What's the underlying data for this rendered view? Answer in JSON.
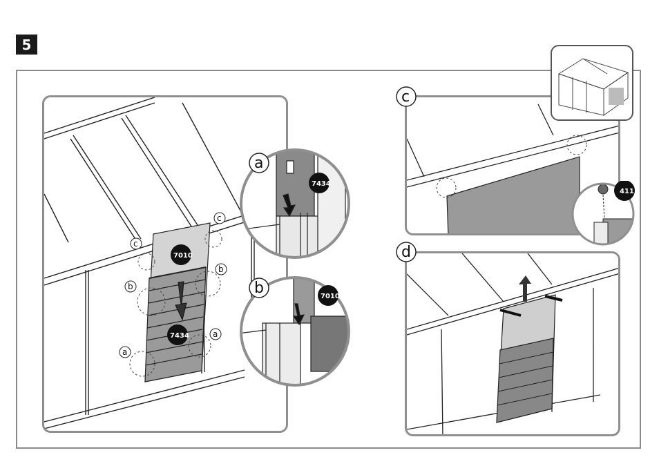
{
  "step": {
    "number": "5"
  },
  "part_numbers": {
    "main_panel_top": "7010",
    "main_panel_bottom": "7434",
    "detail_a": "7434",
    "detail_b": "7010",
    "detail_c_screw": "411"
  },
  "callouts": {
    "a": "a",
    "b": "b",
    "c": "c",
    "d": "d"
  }
}
